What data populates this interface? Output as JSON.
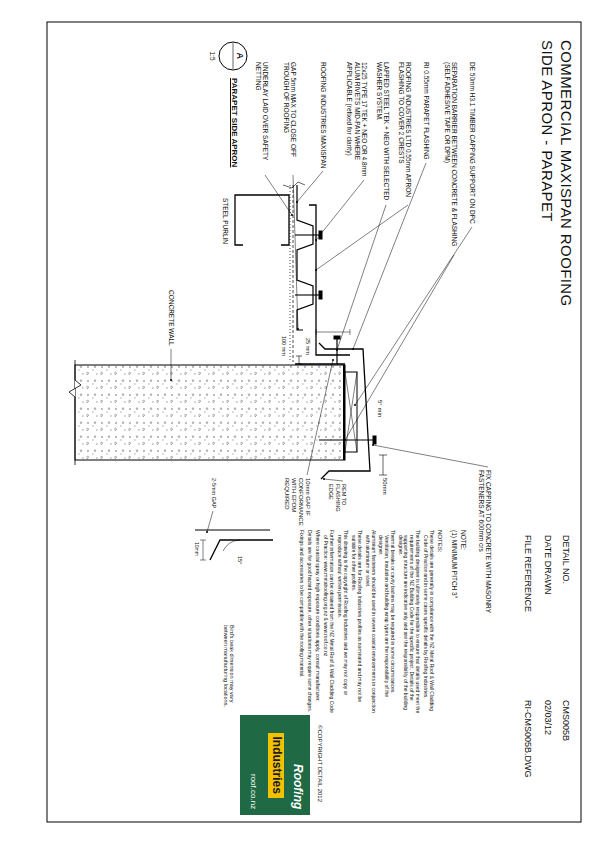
{
  "diagram": {
    "title": "COMMERCIAL MAXISPAN ROOFING SIDE APRON - PARAPET",
    "caption": "PARAPET SIDE APRON",
    "nodes": [
      {
        "text": [
          "A",
          "1:5"
        ]
      },
      {
        "text": [
          "Roofing",
          "Industries",
          "roof.co.nz"
        ]
      }
    ],
    "labels": [
      "DETAIL NO.",
      "CMS005B",
      "DATE DRAWN",
      "02/03/12",
      "FILE REFERENCE",
      "RI-CMS005B.DWG",
      "DE 50mm H3.1 TIMBER CAPPING SUPPORT ON DPC",
      "SEPARATION BARRIER BETWEEN CONCRETE & FLASHING (SELF ADHESIVE TAPE OR DPM)",
      "RI 0.55mm PARAPET FLASHING",
      "ROOFING INDUSTRIES LTD 0.55mm APRON FLASHING TO COVER 2 CRESTS",
      "LAPPED STEEL TEK + NEO WITH SELECTED WASHER SYSTEM.",
      "12x25 TYPE 17 TEK + NEO OR 4.8mm ALUM RIVETS MID-PAN WHERE APPLICABLE (refixed for clarity)",
      "ROOFING INDUSTRIES MAXISPAN",
      "GAP 5mm MAX TO CLOSE OFF TROUGH OF ROOFING",
      "UNDERLAY LAID OVER SAFETY NETTING",
      "STEEL PURLIN",
      "CONCRETE WALL",
      "10mm GAP IF CONFORMANCE WITH EPDM REQUIRED",
      "100 mm",
      "25 mm",
      "5° min",
      "50mm",
      "REM TO FLASHING EDGE",
      "FIX CAPPING TO CONCRETE WITH MASONRY FASTENERS AT 600mm crs",
      "NOTE:",
      "(1) MINIMUM PITCH 3°",
      "NOTES:",
      "These details are generally in compliance with the NZ Metal Roof & Wall Cladding Code of Practice and in some cases specific details by Roofing Industries.",
      "The building designer is ultimately responsible to ensure that details used meet the requirements of the NZ Building Code for the specific project. Details of the supporting structure are indicative only and are the responsibility of the building designer.",
      "Thermal breaks or cavity battens may be required in some circumstances. Ventilation, insulation and building wrap types are the responsibility of the designer.",
      "Aluminium fasteners should be used in severe coastal environments in conjunction with aluminium or steel.",
      "These details are for Roofing Industries profiles as nominated and may not be suitable for other profiles.",
      "This drawing is the copyright of Roofing Industries and we may not copy or reproduce without written permission.",
      "Further information can be obtained from the NZ Metal Roof & Wall Cladding Code of Practice: www.metalroofing.org.nz & www.roof.co.nz",
      "Where coastal spray or high exposure conditions apply, consult manufacturer.",
      "Details are for good hazard exposure, other situations may require some changes.",
      "Fixings and accessories to be compatible with the roofing material.",
      "2-5mm GAP",
      "15°",
      "10mm",
      "Bird's beak dimension may vary between manufacturing locations.",
      "©COPYRIGHT DETAIL 2012"
    ]
  }
}
